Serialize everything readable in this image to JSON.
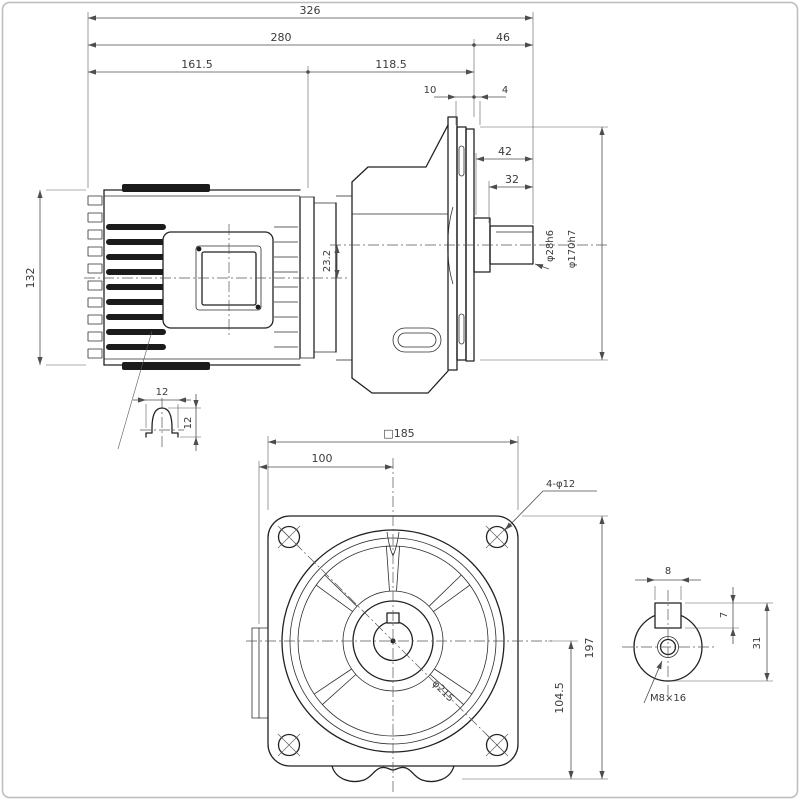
{
  "side_view": {
    "overall_length": "326",
    "body_to_flange_face": "280",
    "shaft_extension_total": "46",
    "motor_section_length": "161.5",
    "gear_section_length": "118.5",
    "spigot_depth": "10",
    "flange_plate_thickness": "4",
    "shaft_length": "42",
    "shaft_key_length": "32",
    "motor_frame_height": "132",
    "axis_offset": "23.2",
    "shaft_diameter": "φ28h6",
    "spigot_diameter": "φ170h7"
  },
  "lug_detail": {
    "width": "12",
    "height": "12"
  },
  "front_view": {
    "flange_square": "□185",
    "box_to_center": "100",
    "mounting_holes": "4-φ12",
    "bolt_circle": "φ215",
    "overall_height": "197",
    "center_to_bottom": "104.5"
  },
  "shaft_end_detail": {
    "key_width": "8",
    "key_height": "7",
    "shaft_with_key": "31",
    "tapped_hole": "M8×16"
  },
  "colors": {
    "object_line": "#222222",
    "dimension_line": "#4d4d4d",
    "background": "#ffffff",
    "frame_border": "#bcbcbc"
  }
}
